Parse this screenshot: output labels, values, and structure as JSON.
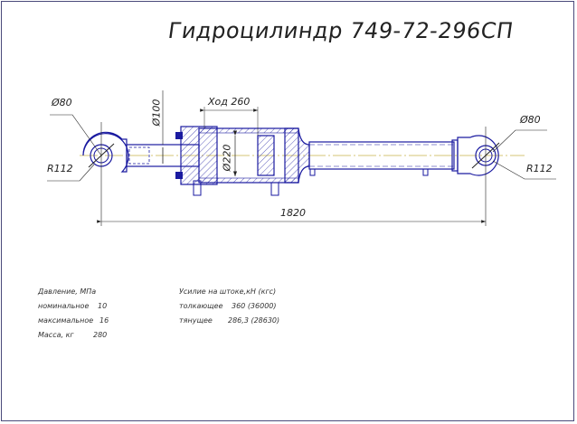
{
  "title": "Гидроцилиндр 749-72-296СП",
  "dimensions": {
    "left_eye_diameter": "Ø80",
    "left_eye_radius": "R112",
    "right_eye_diameter": "Ø80",
    "right_eye_radius": "R112",
    "rod_diameter": "Ø100",
    "bore_diameter": "Ø220",
    "stroke": "Ход 260",
    "overall_length": "1820"
  },
  "specs_left": {
    "pressure_label": "Давление, МПа",
    "nominal_label": "номинальное",
    "nominal_value": "10",
    "max_label": "максимальное",
    "max_value": "16",
    "mass_label": "Масса, кг",
    "mass_value": "280"
  },
  "specs_right": {
    "force_label": "Усилие на штоке,кН (кгс)",
    "push_label": "толкающее",
    "push_value": "360 (36000)",
    "pull_label": "тянущее",
    "pull_value": "286,3 (28630)"
  },
  "colors": {
    "outline": "#1a1aa0",
    "centerline": "#c8b44a",
    "dimension": "#222222",
    "frame": "#4a4a7a"
  }
}
